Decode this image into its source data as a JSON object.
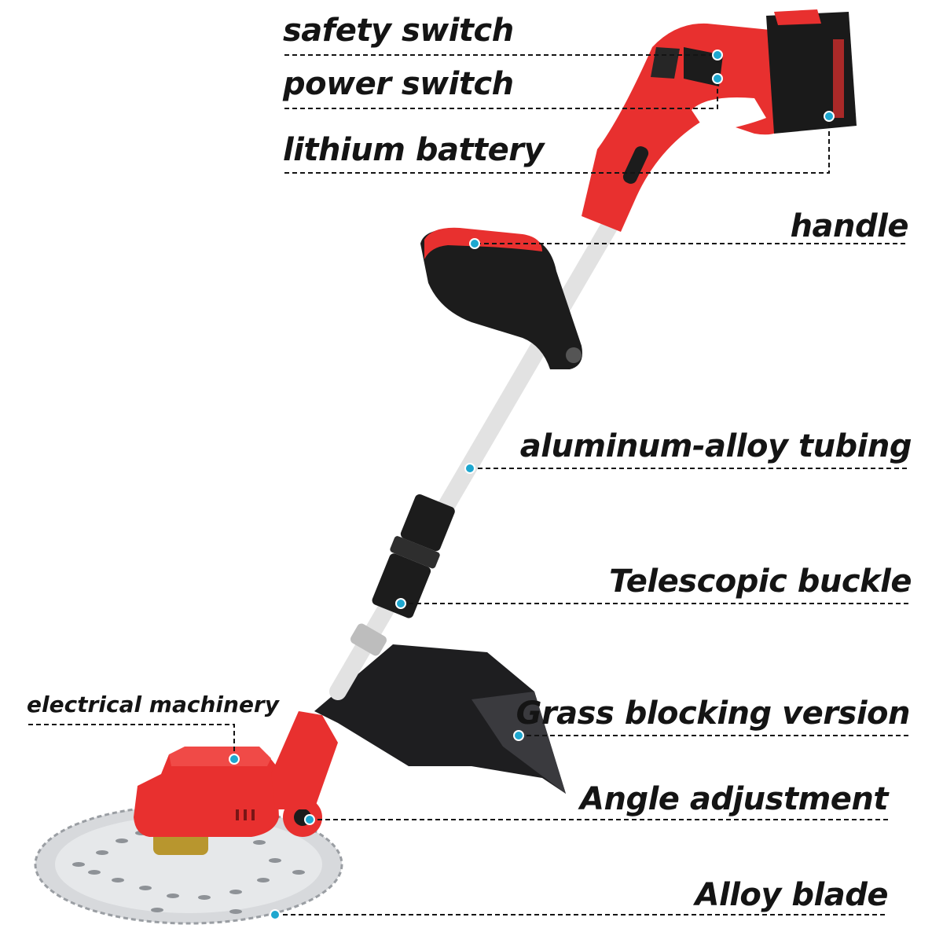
{
  "product": "cordless grass trimmer / brush cutter",
  "accent_colors": {
    "body_red": "#e8302f",
    "grip_black": "#1c1c1c",
    "tube_white": "#f0f0f0",
    "marker_dot": "#1ea7cf",
    "leader_line": "#141414"
  },
  "callouts": [
    {
      "id": "safety_switch",
      "label": "safety switch"
    },
    {
      "id": "power_switch",
      "label": "power switch"
    },
    {
      "id": "lithium_battery",
      "label": "lithium battery"
    },
    {
      "id": "handle",
      "label": "handle"
    },
    {
      "id": "tubing",
      "label": "aluminum-alloy tubing"
    },
    {
      "id": "telescopic_buckle",
      "label": "Telescopic buckle"
    },
    {
      "id": "electrical_machinery",
      "label": "electrical machinery"
    },
    {
      "id": "grass_guard",
      "label": "Grass blocking version"
    },
    {
      "id": "angle_adjustment",
      "label": "Angle adjustment"
    },
    {
      "id": "alloy_blade",
      "label": "Alloy blade"
    }
  ]
}
